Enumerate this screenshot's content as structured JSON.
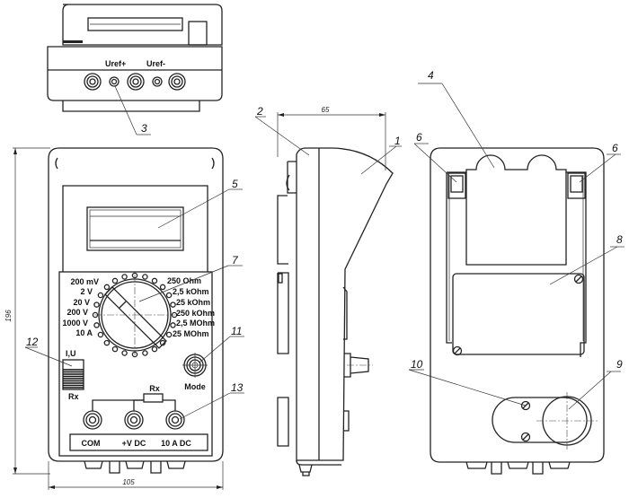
{
  "drawing": {
    "subject": "digital multimeter",
    "views": [
      "top",
      "front",
      "side",
      "back"
    ]
  },
  "top_view": {
    "labels": {
      "uref_plus": "Uref+",
      "uref_minus": "Uref-"
    }
  },
  "front_view": {
    "range_labels_left": [
      "200 mV",
      "2 V",
      "20 V",
      "200 V",
      "1000 V",
      "10 A"
    ],
    "range_labels_right": [
      "250 Ohm",
      "2,5 kOhm",
      "25 kOhm",
      "250 kOhm",
      "2,5 MOhm",
      "25 MOhm"
    ],
    "switch_top_label": "I,U",
    "switch_bottom_label": "Rx",
    "mode_button_label": "Mode",
    "resistor_label": "Rx",
    "terminals": [
      "COM",
      "+V DC",
      "10 A DC"
    ]
  },
  "dimensions": {
    "height": "196",
    "width": "105",
    "depth": "65"
  },
  "callouts": [
    "1",
    "2",
    "3",
    "4",
    "5",
    "6",
    "6",
    "7",
    "8",
    "9",
    "10",
    "11",
    "12",
    "13"
  ]
}
